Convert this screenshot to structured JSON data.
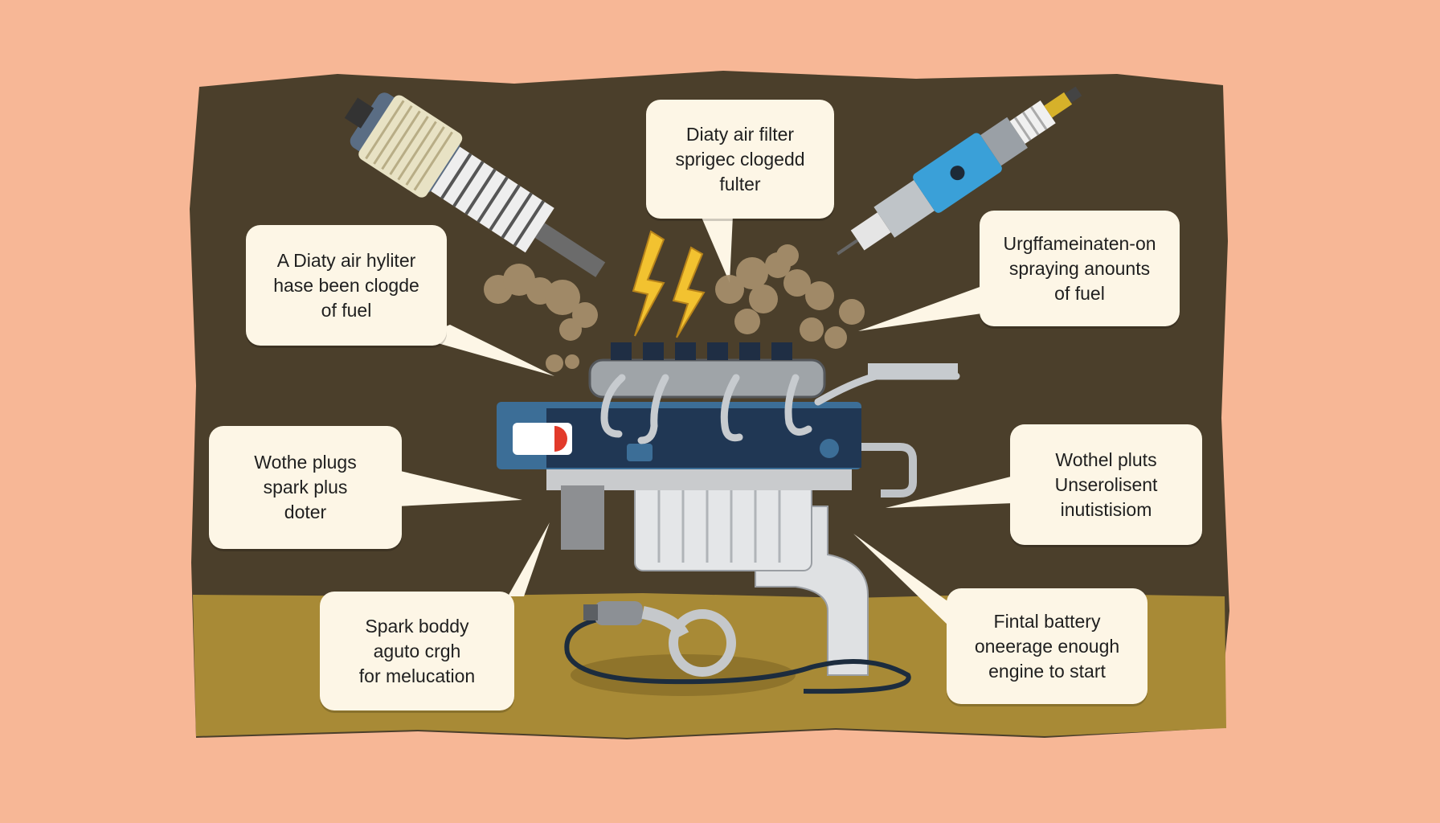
{
  "colors": {
    "background": "#f7b796",
    "dark_panel": "#4b3f2b",
    "ground": "#a88a36",
    "callout_fill": "#fdf6e6",
    "engine_blue": "#3c6e97",
    "engine_dark": "#203754",
    "bolt_yellow": "#f2c230"
  },
  "icons": [
    "air-filter-icon",
    "spark-plug-icon",
    "engine-icon",
    "lightning-bolt-icon",
    "smoke-cloud-icon",
    "cable-icon"
  ],
  "callouts": {
    "top_left": {
      "lines": [
        "A Diaty air hyliter",
        "hase been clogde",
        "of fuel"
      ]
    },
    "top_center": {
      "lines": [
        "Diaty air filter",
        "sprigec clogedd",
        "fulter"
      ]
    },
    "top_right": {
      "lines": [
        "Urgffameinaten-on",
        "spraying anounts",
        "of fuel"
      ]
    },
    "mid_left": {
      "lines": [
        "Wothe plugs",
        "spark plus",
        "doter"
      ]
    },
    "mid_right": {
      "lines": [
        "Wothel pluts",
        "Unserolisent",
        "inutistisiom"
      ]
    },
    "bottom_left": {
      "lines": [
        "Spark boddy",
        "aguto crgh",
        "for melucation"
      ]
    },
    "bottom_right": {
      "lines": [
        "Fintal battery",
        "oneerage enough",
        "engine to start"
      ]
    }
  }
}
